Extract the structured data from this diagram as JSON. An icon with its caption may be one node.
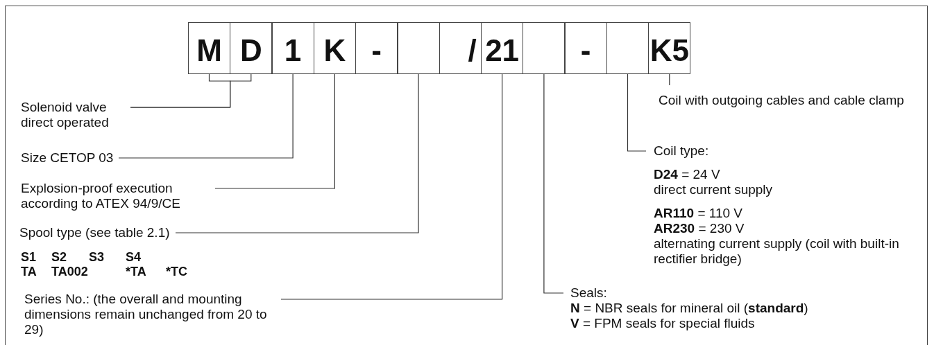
{
  "diagram": {
    "nodes": [
      {
        "text": [
          "M"
        ]
      },
      {
        "text": [
          "D"
        ]
      },
      {
        "text": [
          "1"
        ]
      },
      {
        "text": [
          "K"
        ]
      },
      {
        "text": [
          "-"
        ]
      },
      {
        "text": [],
        "shape": "box"
      },
      {
        "text": [
          "/"
        ]
      },
      {
        "text": [
          "21"
        ]
      },
      {
        "text": [],
        "shape": "box"
      },
      {
        "text": [
          "-"
        ]
      },
      {
        "text": [],
        "shape": "box"
      },
      {
        "text": [
          "K5"
        ]
      },
      {
        "text": [
          "Solenoid valve direct operated"
        ]
      },
      {
        "text": [
          "Size CETOP 03"
        ]
      },
      {
        "text": [
          "Explosion-proof execution according to ATEX 94/9/CE"
        ]
      },
      {
        "text": [
          "Spool type (see table 2.1)"
        ]
      },
      {
        "text": [
          "Series No.: (the overall and mounting dimensions remain unchanged from 20 to 29)"
        ]
      },
      {
        "text": [
          "Seals:",
          "**N** = NBR seals for mineral oil (**standard**)",
          "**V** = FPM seals for special fluids"
        ]
      },
      {
        "text": [
          "Coil type:",
          "**D24** = 24 V",
          "direct current supply",
          "**AR110** = 110 V",
          "**AR230** = 230 V",
          "alternating current supply (coil with built-in rectifier bridge)"
        ]
      },
      {
        "text": [
          "Coil with outgoing cables and cable clamp"
        ]
      }
    ],
    "edges": [
      {
        "from": 12,
        "to": 0,
        "arrow": "none"
      },
      {
        "from": 12,
        "to": 1,
        "arrow": "none"
      },
      {
        "from": 13,
        "to": 2,
        "arrow": "none"
      },
      {
        "from": 14,
        "to": 3,
        "arrow": "none"
      },
      {
        "from": 15,
        "to": 5,
        "arrow": "none"
      },
      {
        "from": 16,
        "to": 7,
        "arrow": "none"
      },
      {
        "from": 17,
        "to": 8,
        "arrow": "none"
      },
      {
        "from": 18,
        "to": 10,
        "arrow": "none"
      },
      {
        "from": 19,
        "to": 11,
        "arrow": "none"
      }
    ],
    "labels": [
      "S1",
      "S2",
      "S3",
      "S4",
      "TA",
      "TA002",
      "*TA",
      "*TC"
    ]
  }
}
